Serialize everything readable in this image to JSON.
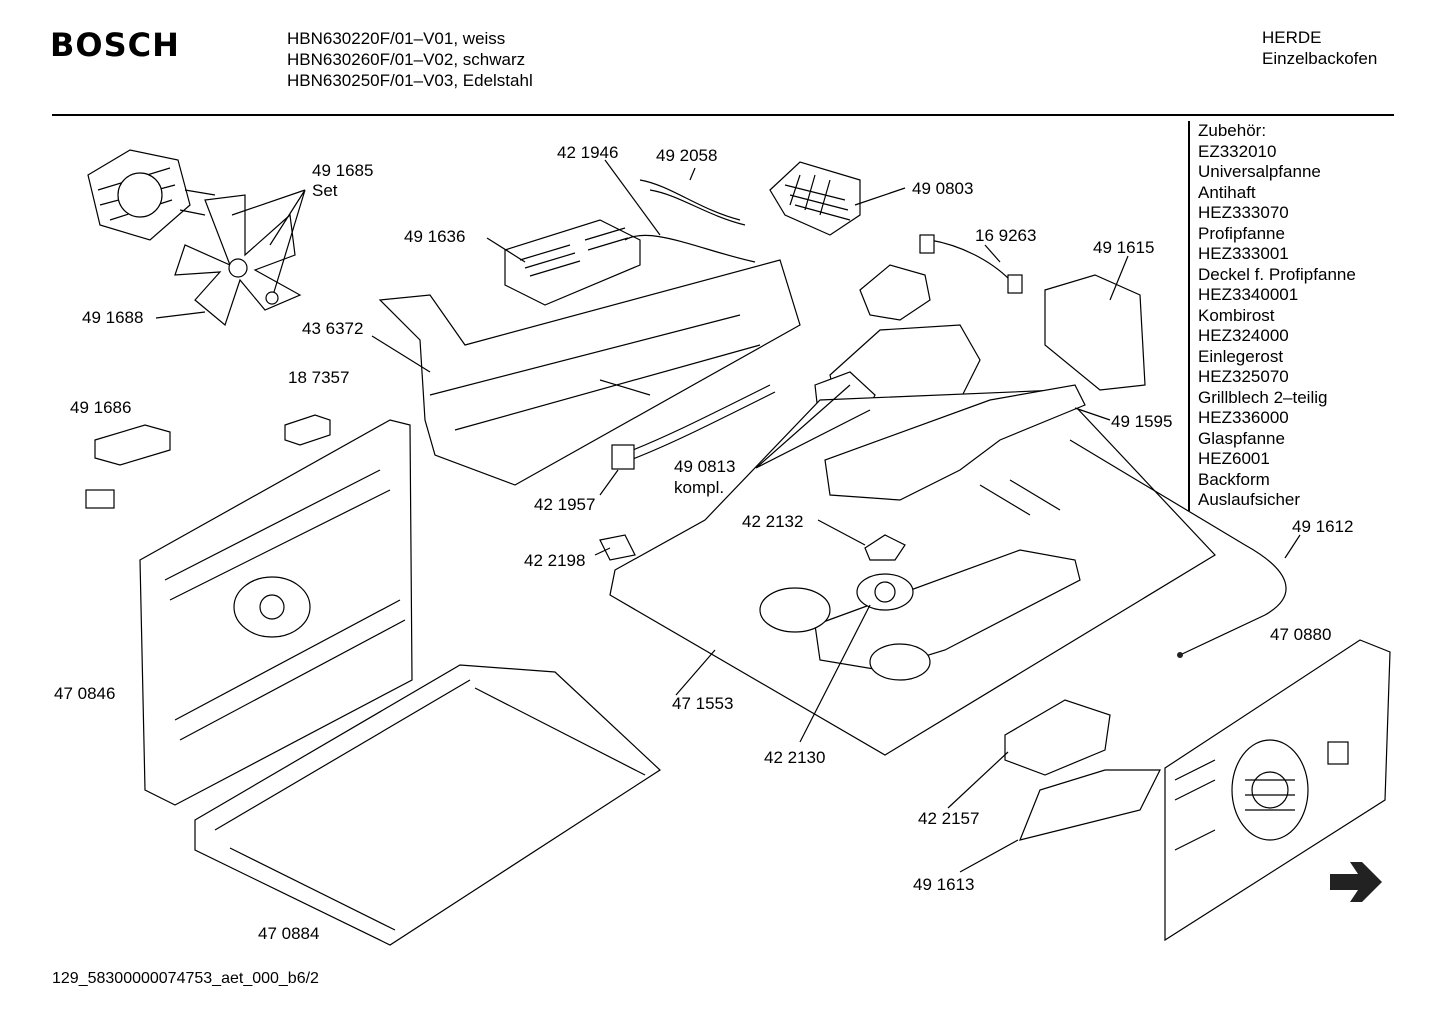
{
  "header": {
    "brand": "BOSCH",
    "models": [
      "HBN630220F/01–V01, weiss",
      "HBN630260F/01–V02, schwarz",
      "HBN630250F/01–V03, Edelstahl"
    ],
    "category": [
      "HERDE",
      "Einzelbackofen"
    ]
  },
  "accessories": [
    "Zubehör:",
    "EZ332010",
    "Universalpfanne",
    "Antihaft",
    "HEZ333070",
    "Profipfanne",
    "HEZ333001",
    "Deckel f. Profipfanne",
    "HEZ3340001",
    "Kombirost",
    "HEZ324000",
    "Einlegerost",
    "HEZ325070",
    "Grillblech 2–teilig",
    "HEZ336000",
    "Glaspfanne",
    "HEZ6001",
    "Backform",
    "Auslaufsicher"
  ],
  "parts": {
    "p491685": "49 1685",
    "p491685_set": "Set",
    "p491688": "49 1688",
    "p421946": "42 1946",
    "p492058": "49 2058",
    "p490803": "49 0803",
    "p491636": "49 1636",
    "p169263": "16 9263",
    "p491615": "49 1615",
    "p436372": "43 6372",
    "p187357": "18 7357",
    "p491686": "49 1686",
    "p491595": "49 1595",
    "p490813": "49 0813",
    "p490813_kompl": "kompl.",
    "p421957": "42 1957",
    "p422132": "42 2132",
    "p422198": "42 2198",
    "p491612": "49 1612",
    "p470880": "47 0880",
    "p470846": "47 0846",
    "p471553": "47 1553",
    "p422130": "42 2130",
    "p422157": "42 2157",
    "p491613": "49 1613",
    "p470884": "47 0884"
  },
  "footer": "129_58300000074753_aet_000_b6/2"
}
